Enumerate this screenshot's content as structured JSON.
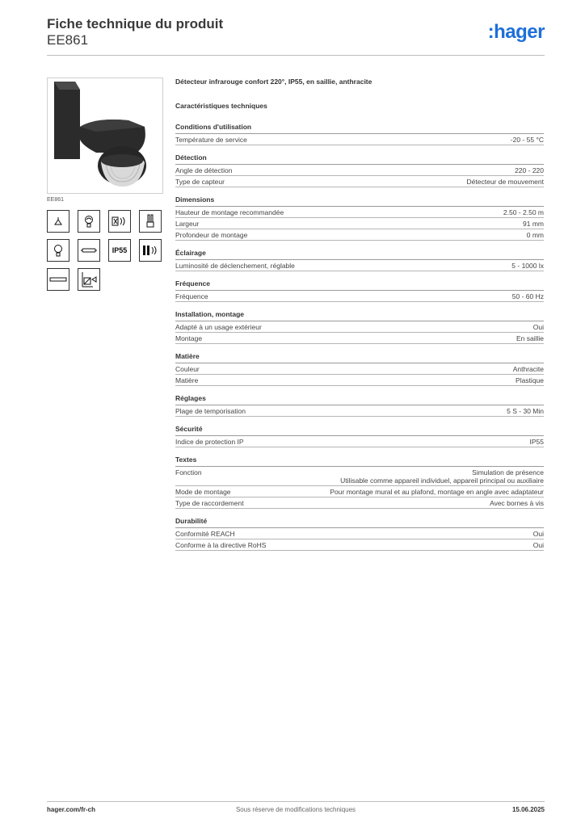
{
  "header": {
    "title": "Fiche technique du produit",
    "code": "EE861",
    "logo": "hager"
  },
  "product": {
    "caption": "EE861",
    "icons": [
      "ceiling-lamp-icon",
      "incandescent-bulb-icon",
      "motion-sensor-icon",
      "fluorescent-tube-icon",
      "bulb-icon",
      "tube-lamp-icon",
      "ip55-icon",
      "multi-device-icon",
      "linear-tube-icon",
      "wall-mount-sensor-icon"
    ],
    "ip_label": "IP55"
  },
  "description": "Détecteur infrarouge confort  220°, IP55, en saillie, anthracite",
  "tech_heading": "Caractéristiques techniques",
  "sections": [
    {
      "title": "Conditions d'utilisation",
      "rows": [
        {
          "label": "Température de service",
          "value": "-20 - 55 °C"
        }
      ]
    },
    {
      "title": "Détection",
      "rows": [
        {
          "label": "Angle de détection",
          "value": "220 - 220"
        },
        {
          "label": "Type de capteur",
          "value": "Détecteur de mouvement"
        }
      ]
    },
    {
      "title": "Dimensions",
      "rows": [
        {
          "label": "Hauteur de montage recommandée",
          "value": "2.50 - 2.50 m"
        },
        {
          "label": "Largeur",
          "value": "91 mm"
        },
        {
          "label": "Profondeur de montage",
          "value": "0 mm"
        }
      ]
    },
    {
      "title": "Éclairage",
      "rows": [
        {
          "label": "Luminosité de déclenchement, réglable",
          "value": "5 - 1000 lx"
        }
      ]
    },
    {
      "title": "Fréquence",
      "rows": [
        {
          "label": "Fréquence",
          "value": "50 - 60 Hz"
        }
      ]
    },
    {
      "title": "Installation, montage",
      "rows": [
        {
          "label": "Adapté à un usage extérieur",
          "value": "Oui"
        },
        {
          "label": "Montage",
          "value": "En saillie"
        }
      ]
    },
    {
      "title": "Matière",
      "rows": [
        {
          "label": "Couleur",
          "value": "Anthracite"
        },
        {
          "label": "Matière",
          "value": "Plastique"
        }
      ]
    },
    {
      "title": "Réglages",
      "rows": [
        {
          "label": "Plage de temporisation",
          "value": "5 S - 30 Min"
        }
      ]
    },
    {
      "title": "Sécurité",
      "rows": [
        {
          "label": "Indice de protection IP",
          "value": "IP55"
        }
      ]
    },
    {
      "title": "Textes",
      "rows": [
        {
          "label": "Fonction",
          "value": "Simulation de présence\nUtilisable comme appareil individuel, appareil principal ou auxiliaire"
        },
        {
          "label": "Mode de montage",
          "value": "Pour montage mural et au plafond, montage en angle avec adaptateur"
        },
        {
          "label": "Type de raccordement",
          "value": "Avec bornes à vis"
        }
      ]
    },
    {
      "title": "Durabilité",
      "rows": [
        {
          "label": "Conformité REACH",
          "value": "Oui"
        },
        {
          "label": "Conforme à la directive RoHS",
          "value": "Oui"
        }
      ]
    }
  ],
  "footer": {
    "url": "hager.com/fr-ch",
    "note": "Sous réserve de modifications techniques",
    "date": "15.06.2025"
  },
  "colors": {
    "brand": "#1e6fd9",
    "product_body": "#2b2b2b"
  }
}
